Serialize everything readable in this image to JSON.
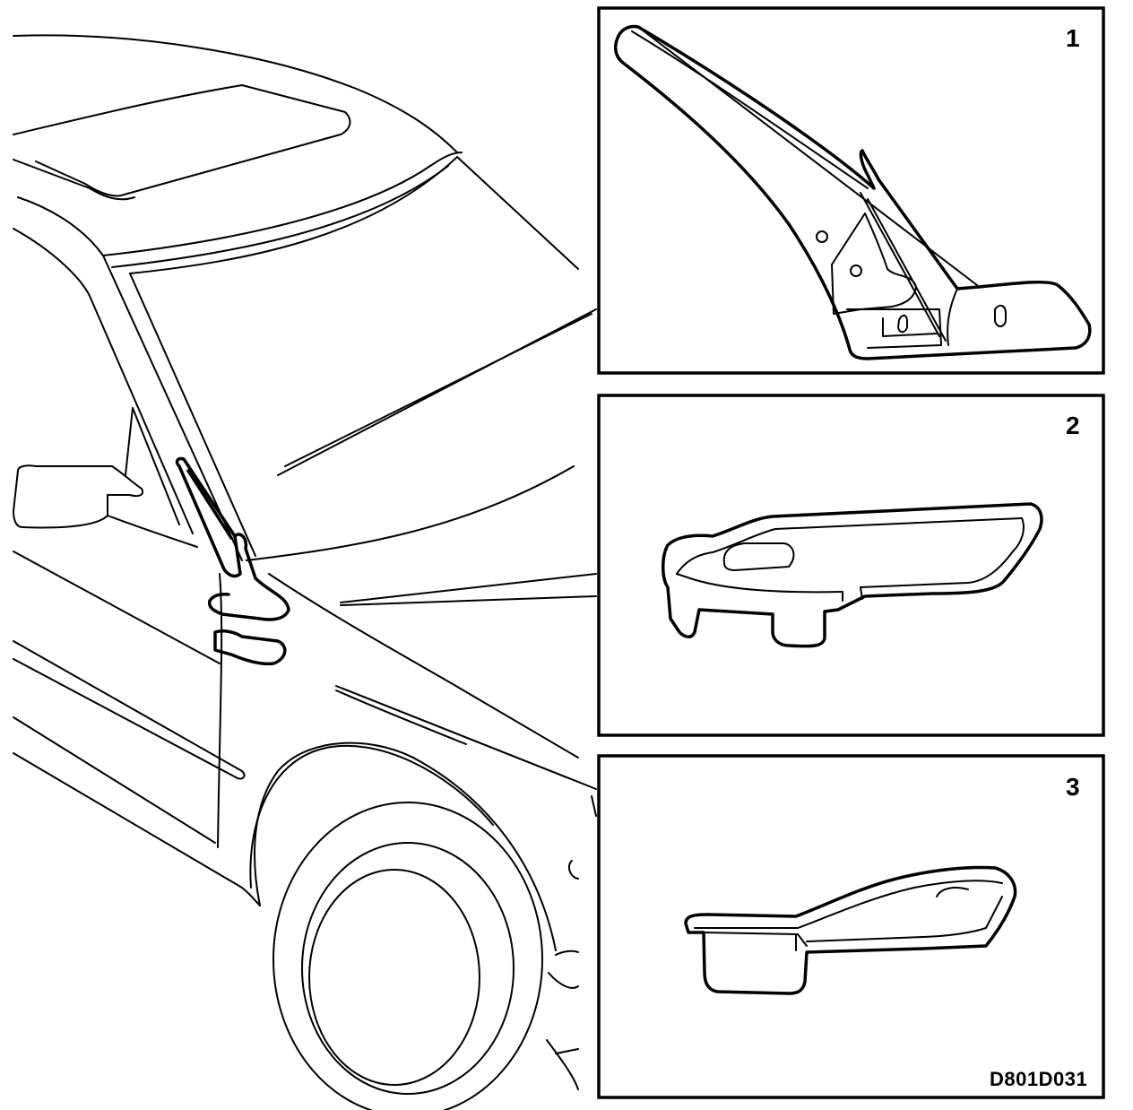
{
  "diagram": {
    "panels": [
      {
        "id": "panel-1",
        "number": "1"
      },
      {
        "id": "panel-2",
        "number": "2"
      },
      {
        "id": "panel-3",
        "number": "3"
      }
    ],
    "drawing_code": "D801D031"
  }
}
